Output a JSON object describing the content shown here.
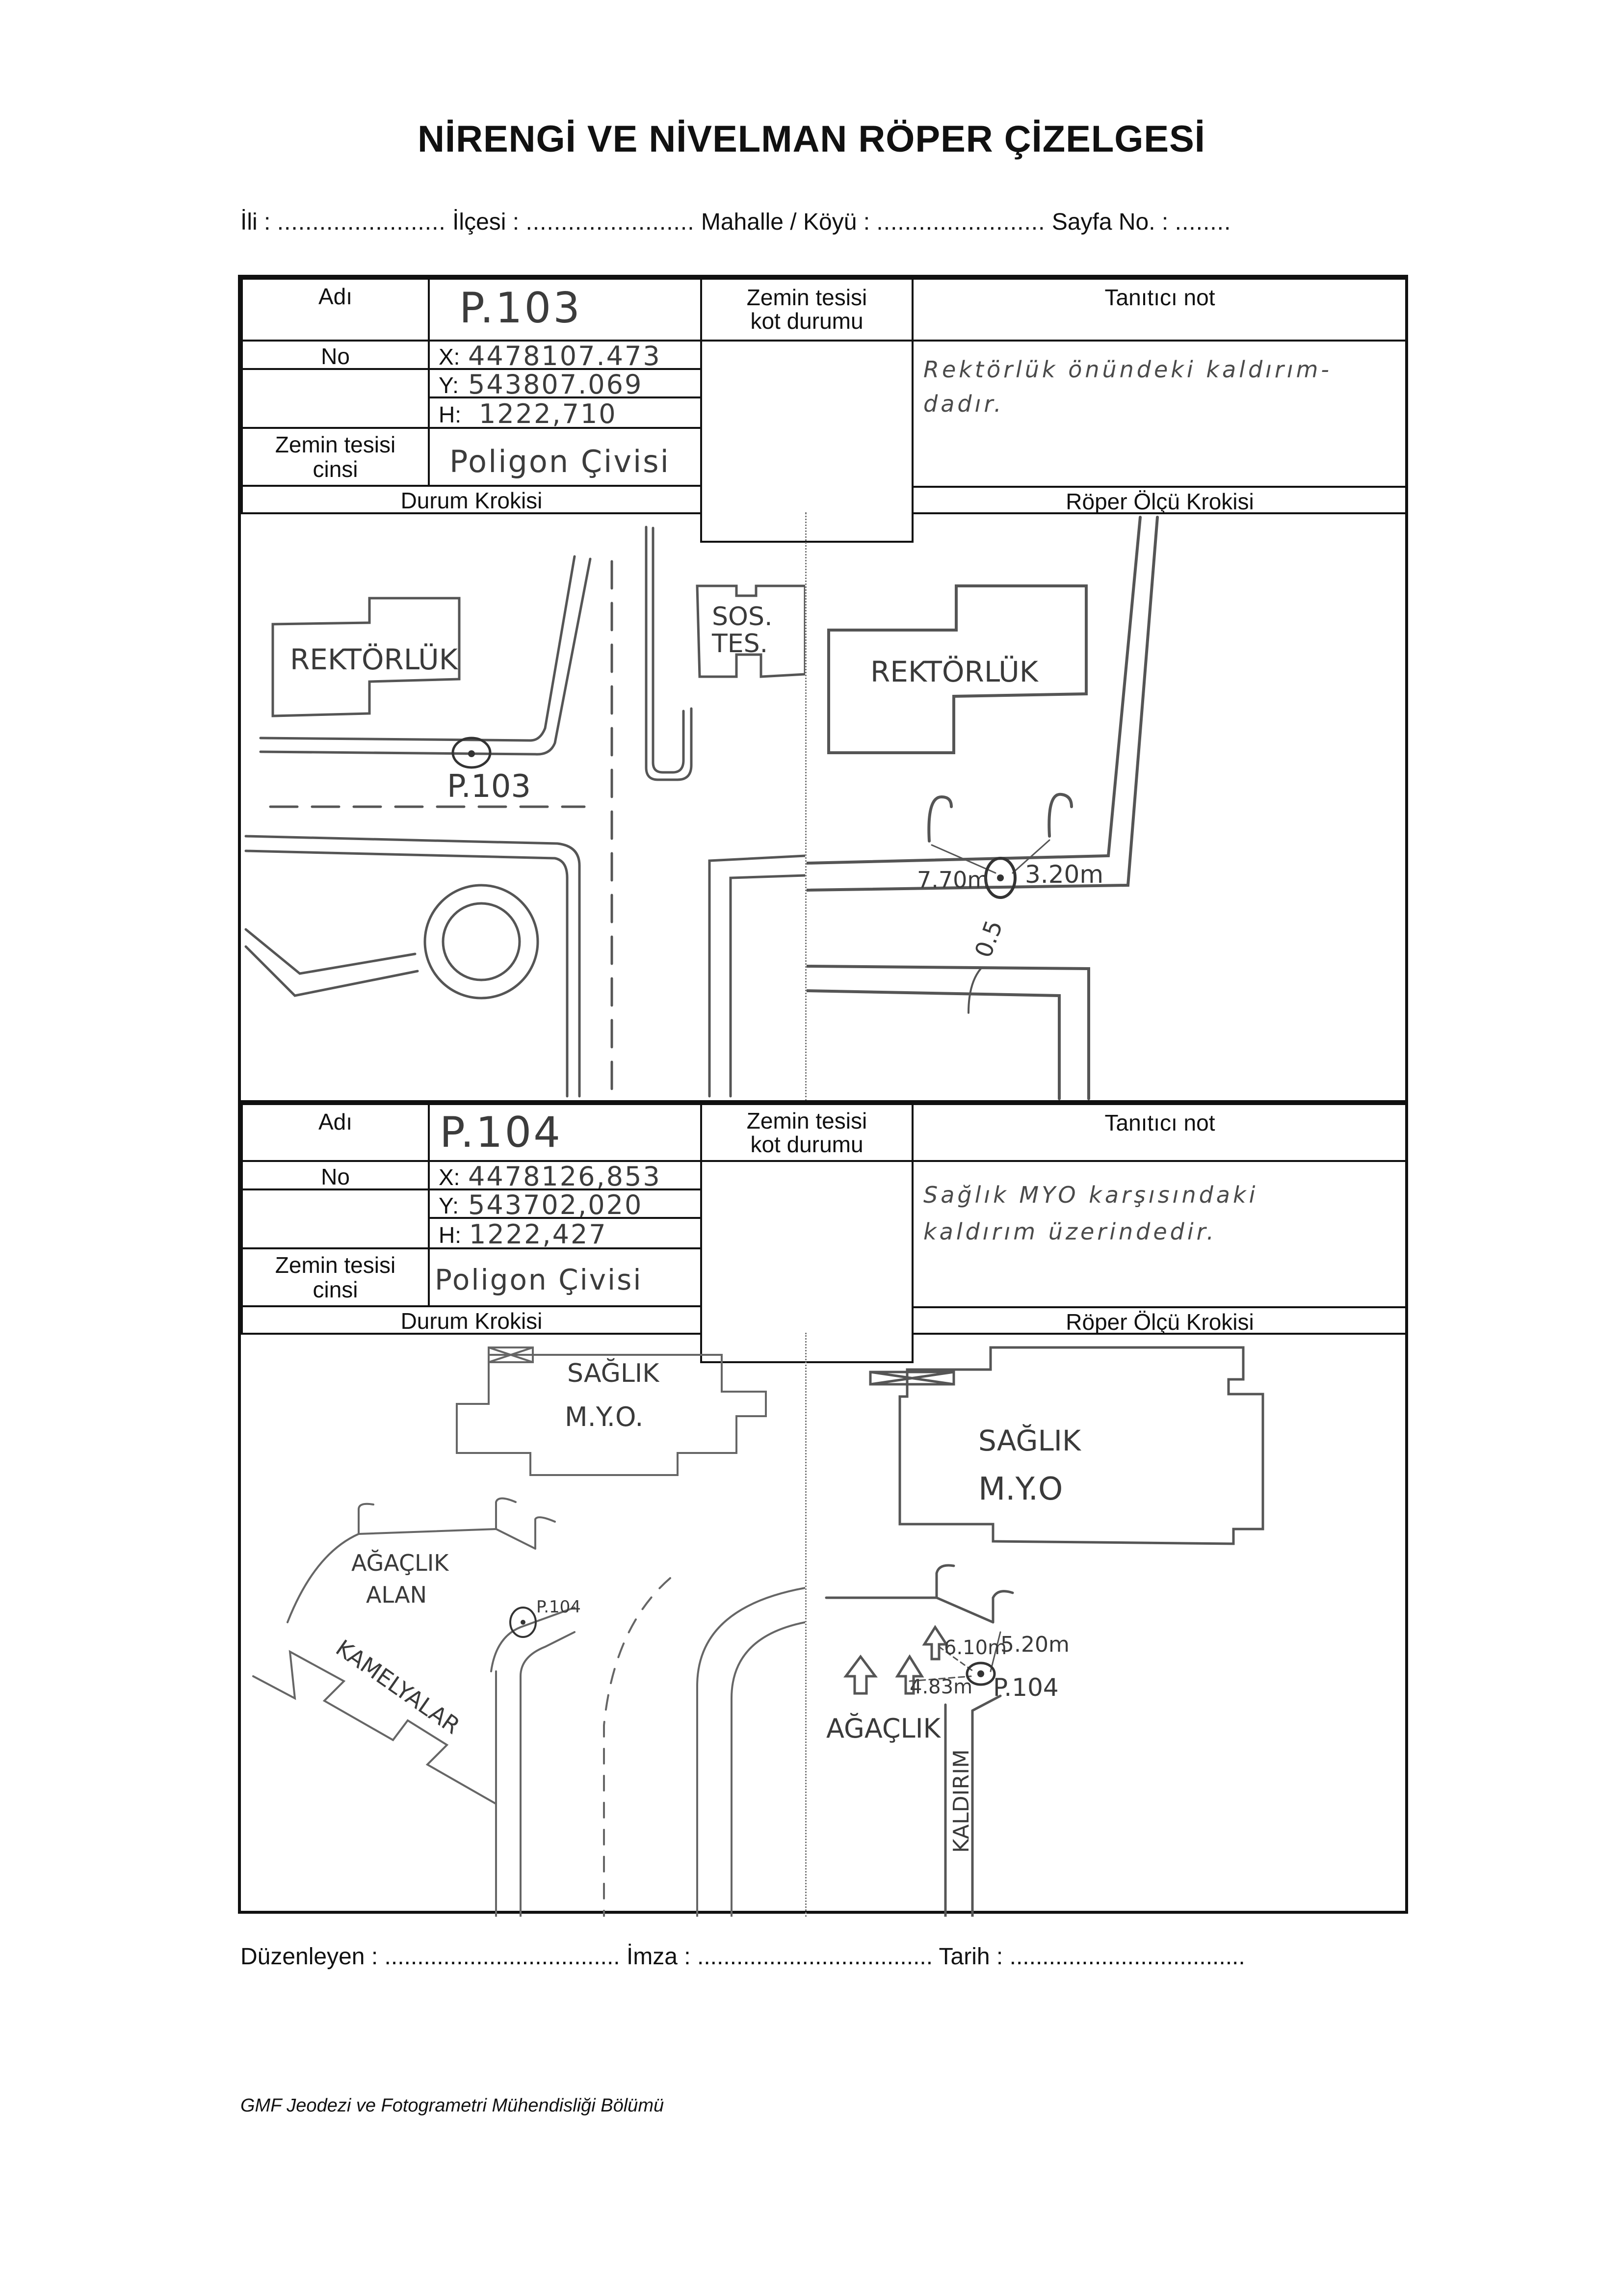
{
  "document": {
    "title": "NİRENGİ VE NİVELMAN RÖPER ÇİZELGESİ",
    "header_fields": {
      "il_label": "İli :",
      "il_value": "........................",
      "ilce_label": "İlçesi :",
      "ilce_value": "........................",
      "mahalle_label": "Mahalle / Köyü :",
      "mahalle_value": "........................",
      "sayfa_label": "Sayfa No. :",
      "sayfa_value": "........"
    },
    "labels": {
      "adi": "Adı",
      "no": "No",
      "zemin_tesisi_cinsi_1": "Zemin tesisi",
      "zemin_tesisi_cinsi_2": "cinsi",
      "kot_durumu_1": "Zemin tesisi",
      "kot_durumu_2": "kot durumu",
      "tanitici_not": "Tanıtıcı not",
      "durum_krokisi": "Durum Krokisi",
      "roper_olcu_krokisi": "Röper Ölçü Krokisi",
      "x_label": "X:",
      "y_label": "Y:",
      "h_label": "H:"
    },
    "points": [
      {
        "adi": "P.103",
        "x": "4478107.473",
        "y": "543807.069",
        "h": "1222,710",
        "zemin_tesisi_cinsi": "Poligon Çivisi",
        "kot_durumu": "",
        "tanitici_not_line1": "Rektörlük önündeki kaldırım-",
        "tanitici_not_line2": "dadır.",
        "durum_krokisi": {
          "building_1": "REKTÖRLÜK",
          "building_2_line1": "SOS.",
          "building_2_line2": "TES.",
          "point_label": "P.103"
        },
        "roper_krokisi": {
          "building": "REKTÖRLÜK",
          "dist_left": "7.70m",
          "dist_right": "3.20m",
          "dist_down": "0.5"
        }
      },
      {
        "adi": "P.104",
        "x": "4478126,853",
        "y": "543702,020",
        "h": "1222,427",
        "zemin_tesisi_cinsi": "Poligon Çivisi",
        "kot_durumu": "",
        "tanitici_not_line1": "Sağlık MYO karşısındaki",
        "tanitici_not_line2": "kaldırım üzerindedir.",
        "durum_krokisi": {
          "building_line1": "SAĞLIK",
          "building_line2": "M.Y.O.",
          "area_line1": "AĞAÇLIK",
          "area_line2": "ALAN",
          "kamelya": "KAMELYALAR",
          "point_label": "P.104"
        },
        "roper_krokisi": {
          "building_line1": "SAĞLIK",
          "building_line2": "M.Y.O",
          "dist_1": "6.10m",
          "dist_2": "5.20m",
          "dist_3": "4.83m",
          "point_label": "P.104",
          "area": "AĞAÇLIK",
          "sidewalk": "KALDIRIM"
        }
      }
    ],
    "footer": {
      "duzenleyen_label": "Düzenleyen :",
      "duzenleyen_value": "....................................",
      "imza_label": "İmza :",
      "imza_value": "....................................",
      "tarih_label": "Tarih :",
      "tarih_value": "...................................."
    },
    "department": "GMF Jeodezi ve Fotogrametri Mühendisliği Bölümü"
  }
}
